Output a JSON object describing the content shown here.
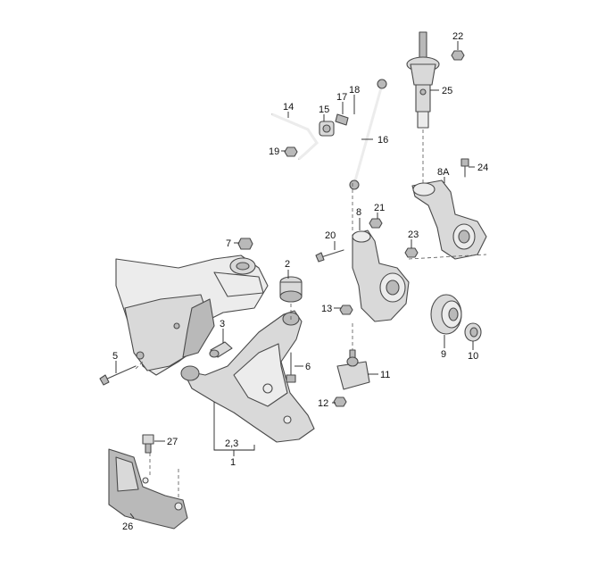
{
  "callouts": {
    "c1": "1",
    "c23": "2,3",
    "c2": "2",
    "c3": "3",
    "c5": "5",
    "c6": "6",
    "c7": "7",
    "c8": "8",
    "c8a": "8A",
    "c9": "9",
    "c10": "10",
    "c11": "11",
    "c12": "12",
    "c13": "13",
    "c14": "14",
    "c15": "15",
    "c16": "16",
    "c17": "17",
    "c18": "18",
    "c19": "19",
    "c20": "20",
    "c21": "21",
    "c22": "22",
    "c23b": "23",
    "c24": "24",
    "c25": "25",
    "c26": "26",
    "c27": "27"
  }
}
